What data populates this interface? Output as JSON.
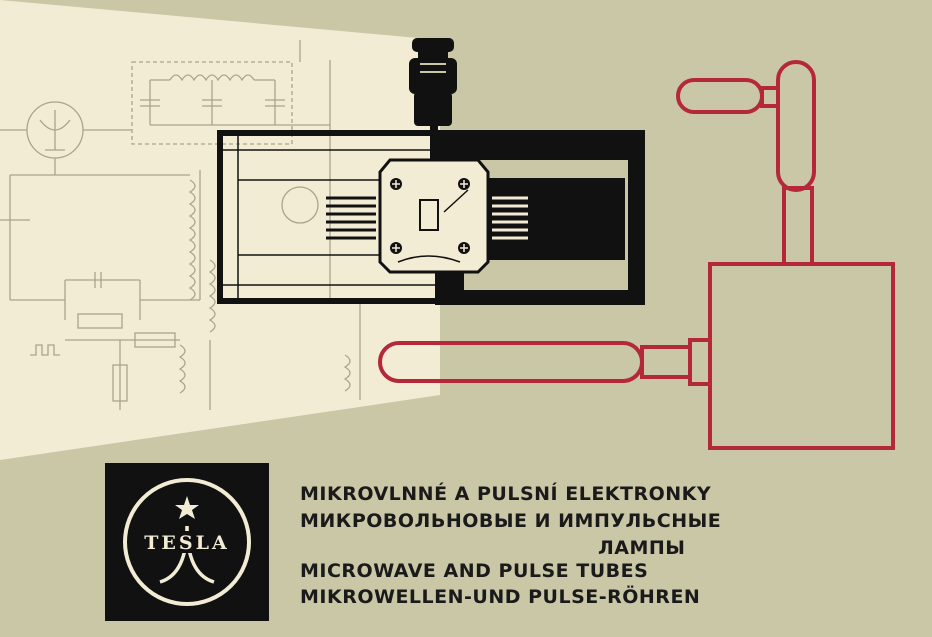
{
  "cover": {
    "logo_text": "TESLA",
    "title_lines": [
      "MIKROVLNNÉ A PULSNÍ ELEKTRONKY",
      "МИКРОВОЛЬНОВЫЕ И ИМПУЛЬСНЫЕ",
      "ЛАМПЫ",
      "MICROWAVE AND PULSE TUBES",
      "MIKROWELLEN-UND PULSE-RÖHREN"
    ]
  },
  "colors": {
    "background": "#c9c7a6",
    "light_beam": "#f3ecd5",
    "ink": "#111111",
    "accent_red": "#b5283a",
    "schematic_line": "#a8a589"
  },
  "icons": [
    "tesla-logo-icon",
    "magnetron-icon",
    "vacuum-tube-icon"
  ]
}
